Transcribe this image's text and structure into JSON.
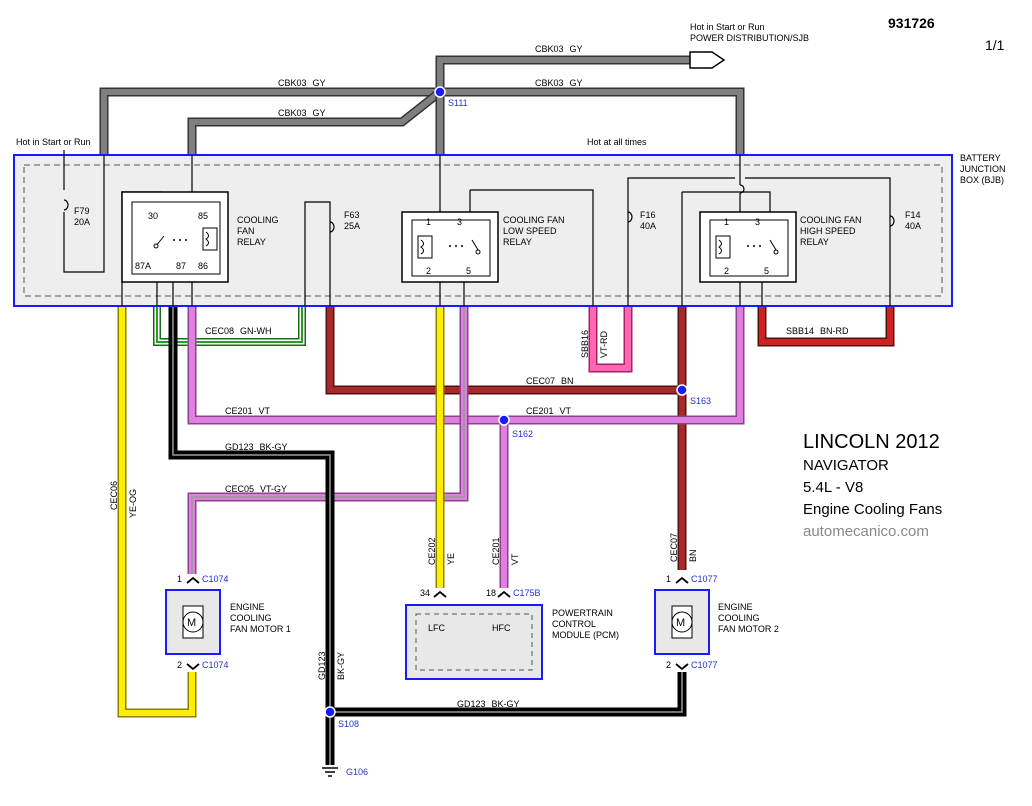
{
  "header": {
    "doc_number": "931726",
    "page": "1/1"
  },
  "title_block": {
    "line1": "LINCOLN 2012",
    "line2": "NAVIGATOR",
    "line3": "5.4L - V8",
    "line4": "Engine Cooling Fans",
    "credit": "automecanico.com"
  },
  "power_feeds": {
    "top_line1": "Hot in Start or Run",
    "top_line2": "POWER DISTRIBUTION/SJB",
    "left": "Hot in Start or Run",
    "always": "Hot at all times"
  },
  "bjb": {
    "line1": "BATTERY",
    "line2": "JUNCTION",
    "line3": "BOX (BJB)"
  },
  "fuses": [
    {
      "id": "F79",
      "rating": "20A"
    },
    {
      "id": "F63",
      "rating": "25A"
    },
    {
      "id": "F16",
      "rating": "40A"
    },
    {
      "id": "F14",
      "rating": "40A"
    }
  ],
  "relays": {
    "cooling_fan": {
      "line1": "COOLING",
      "line2": "FAN",
      "line3": "RELAY",
      "pins": [
        "30",
        "85",
        "87A",
        "87",
        "86"
      ]
    },
    "low_speed": {
      "line1": "COOLING FAN",
      "line2": "LOW SPEED",
      "line3": "RELAY",
      "pins": [
        "1",
        "3",
        "2",
        "5"
      ]
    },
    "high_speed": {
      "line1": "COOLING FAN",
      "line2": "HIGH SPEED",
      "line3": "RELAY",
      "pins": [
        "1",
        "3",
        "2",
        "5"
      ]
    }
  },
  "wires": {
    "cbk03_top": {
      "circuit": "CBK03",
      "color": "GY"
    },
    "cbk03_left": {
      "circuit": "CBK03",
      "color": "GY"
    },
    "cbk03_right": {
      "circuit": "CBK03",
      "color": "GY"
    },
    "cbk03_mid": {
      "circuit": "CBK03",
      "color": "GY"
    },
    "cec08": {
      "circuit": "CEC08",
      "color": "GN-WH"
    },
    "sbb16": {
      "circuit": "SBB16",
      "color": "VT-RD"
    },
    "sbb14": {
      "circuit": "SBB14",
      "color": "BN-RD"
    },
    "cec07_h": {
      "circuit": "CEC07",
      "color": "BN"
    },
    "ce201_left": {
      "circuit": "CE201",
      "color": "VT"
    },
    "ce201_right": {
      "circuit": "CE201",
      "color": "VT"
    },
    "gd123_h": {
      "circuit": "GD123",
      "color": "BK-GY"
    },
    "cec05": {
      "circuit": "CEC05",
      "color": "VT-GY"
    },
    "cec06": {
      "circuit": "CEC06",
      "color": "YE-OG"
    },
    "ce202": {
      "circuit": "CE202",
      "color": "YE"
    },
    "ce201_v": {
      "circuit": "CE201",
      "color": "VT"
    },
    "cec07_v": {
      "circuit": "CEC07",
      "color": "BN"
    },
    "gd123_v": {
      "circuit": "GD123",
      "color": "BK-GY"
    },
    "gd123_bottom": {
      "circuit": "GD123",
      "color": "BK-GY"
    }
  },
  "splices": [
    "S111",
    "S163",
    "S162",
    "S108"
  ],
  "ground": "G106",
  "connectors": {
    "c1074_top": {
      "pin": "1",
      "id": "C1074"
    },
    "c1074_bot": {
      "pin": "2",
      "id": "C1074"
    },
    "c1077_top": {
      "pin": "1",
      "id": "C1077"
    },
    "c1077_bot": {
      "pin": "2",
      "id": "C1077"
    },
    "pcm_lfc": {
      "pin": "34"
    },
    "pcm_hfc": {
      "pin": "18",
      "id": "C175B"
    }
  },
  "motors": {
    "motor1": {
      "line1": "ENGINE",
      "line2": "COOLING",
      "line3": "FAN MOTOR 1",
      "symbol": "M"
    },
    "motor2": {
      "line1": "ENGINE",
      "line2": "COOLING",
      "line3": "FAN MOTOR 2",
      "symbol": "M"
    }
  },
  "pcm": {
    "lfc": "LFC",
    "hfc": "HFC",
    "line1": "POWERTRAIN",
    "line2": "CONTROL",
    "line3": "MODULE (PCM)"
  },
  "colors": {
    "gray": "#7f7f7f",
    "yellow": "#ffee00",
    "violet": "#e07fe0",
    "brown": "#a52a2a",
    "green": "#2a9a2a",
    "black": "#111111",
    "blue": "#2233cc",
    "pink": "#ff66b3"
  }
}
